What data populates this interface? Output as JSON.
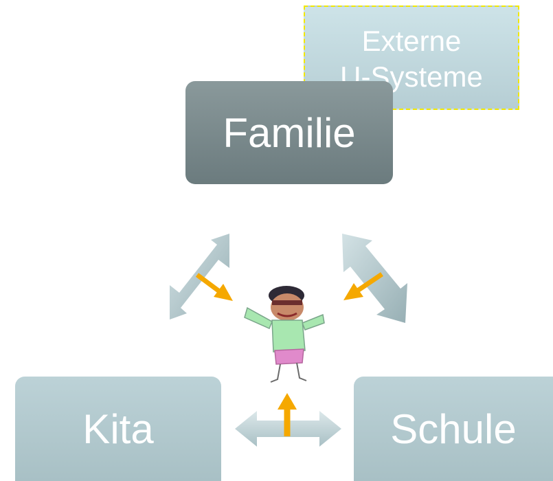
{
  "boxes": {
    "externe_line1": "Externe",
    "externe_line2": "U-Systeme",
    "familie": "Familie",
    "kita": "Kita",
    "schule": "Schule"
  },
  "colors": {
    "box_dark": "#7b8b8e",
    "box_light": "#b4cbd0",
    "dashed_border": "#f2e800",
    "influence_arrow": "#f5a800",
    "double_arrow": "#a8bfc4"
  }
}
